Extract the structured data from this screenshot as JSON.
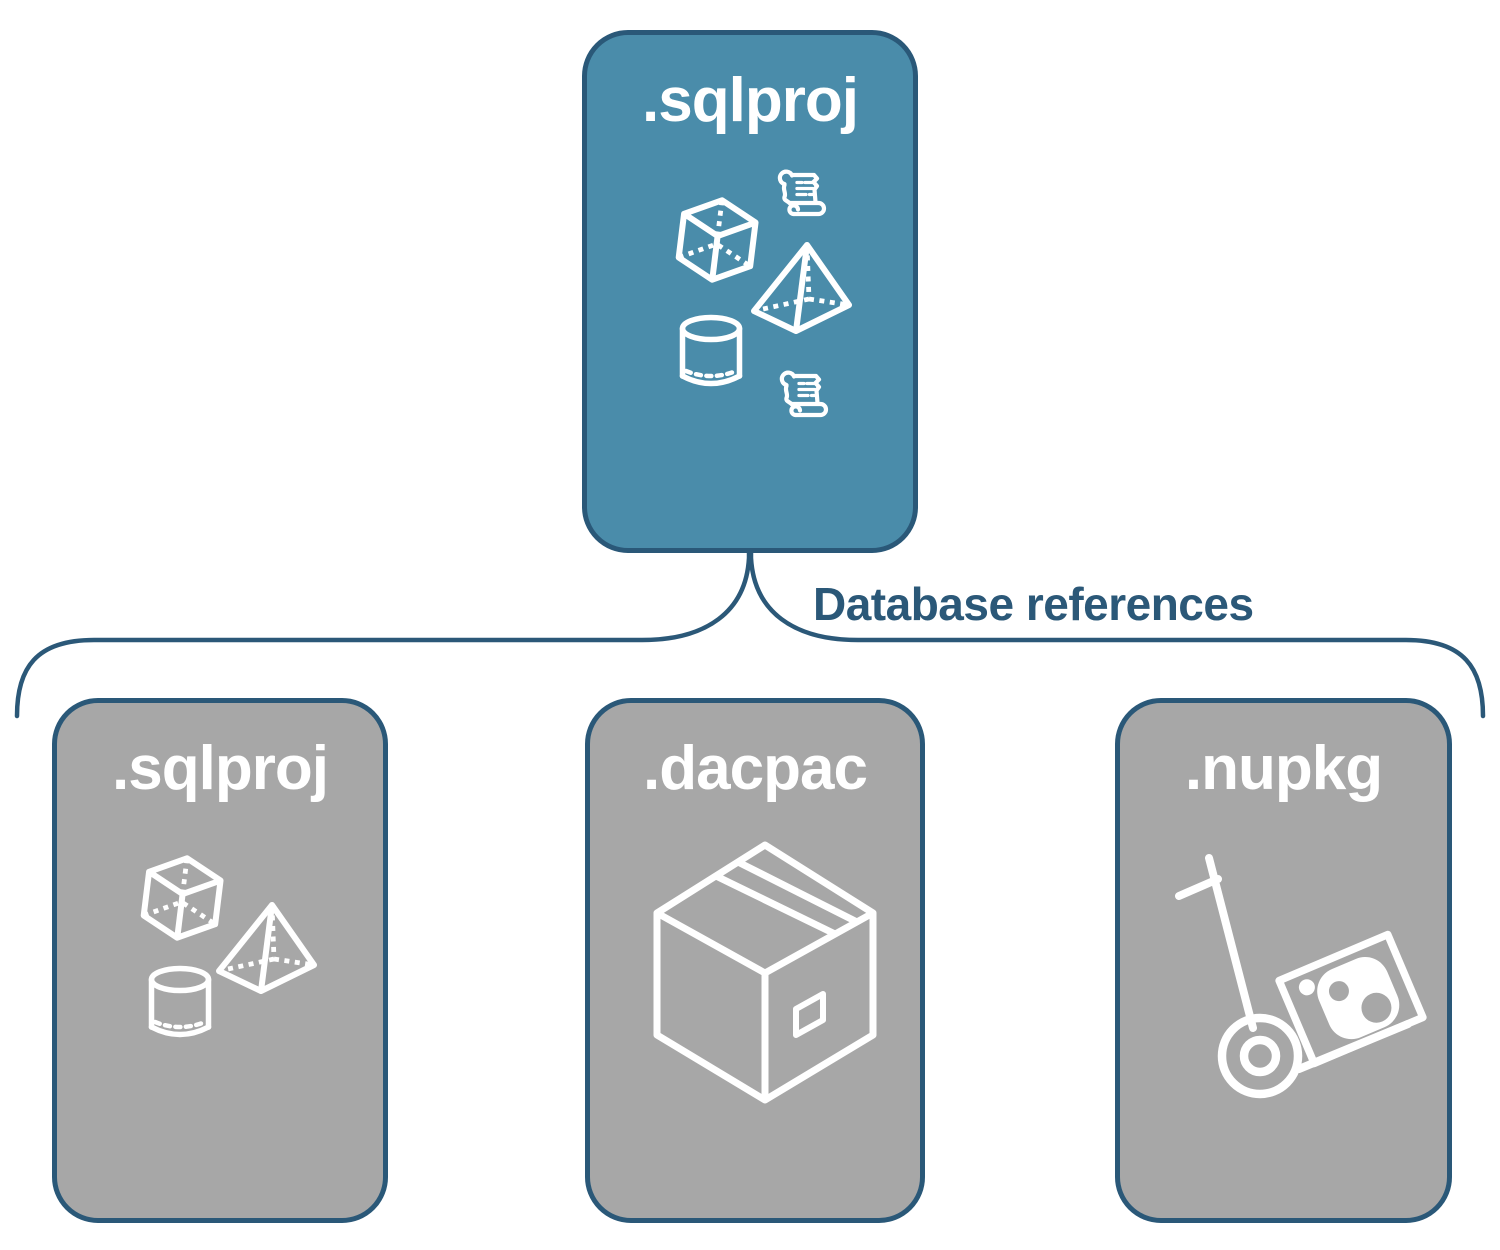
{
  "diagram": {
    "title_implicit": "SQL project database references diagram",
    "root_box": {
      "label": ".sqlproj",
      "icons": [
        "scroll-icon",
        "cube-icon",
        "pyramid-icon",
        "cylinder-icon",
        "scroll-icon"
      ]
    },
    "connector": {
      "label": "Database references",
      "shape": "upward-curly-brace"
    },
    "children": [
      {
        "label": ".sqlproj",
        "icons": [
          "cube-icon",
          "pyramid-icon",
          "cylinder-icon"
        ]
      },
      {
        "label": ".dacpac",
        "icons": [
          "package-box-icon"
        ]
      },
      {
        "label": ".nupkg",
        "icons": [
          "hand-truck-nuget-package-icon"
        ]
      }
    ],
    "colors": {
      "root_fill": "#4A8CAA",
      "child_fill": "#A7A7A7",
      "border": "#2A5878",
      "connector_line": "#2B5878",
      "connector_text": "#2B5878",
      "label_text": "#FFFFFF",
      "icon_stroke": "#FFFFFF",
      "background": "#FFFFFF"
    }
  }
}
